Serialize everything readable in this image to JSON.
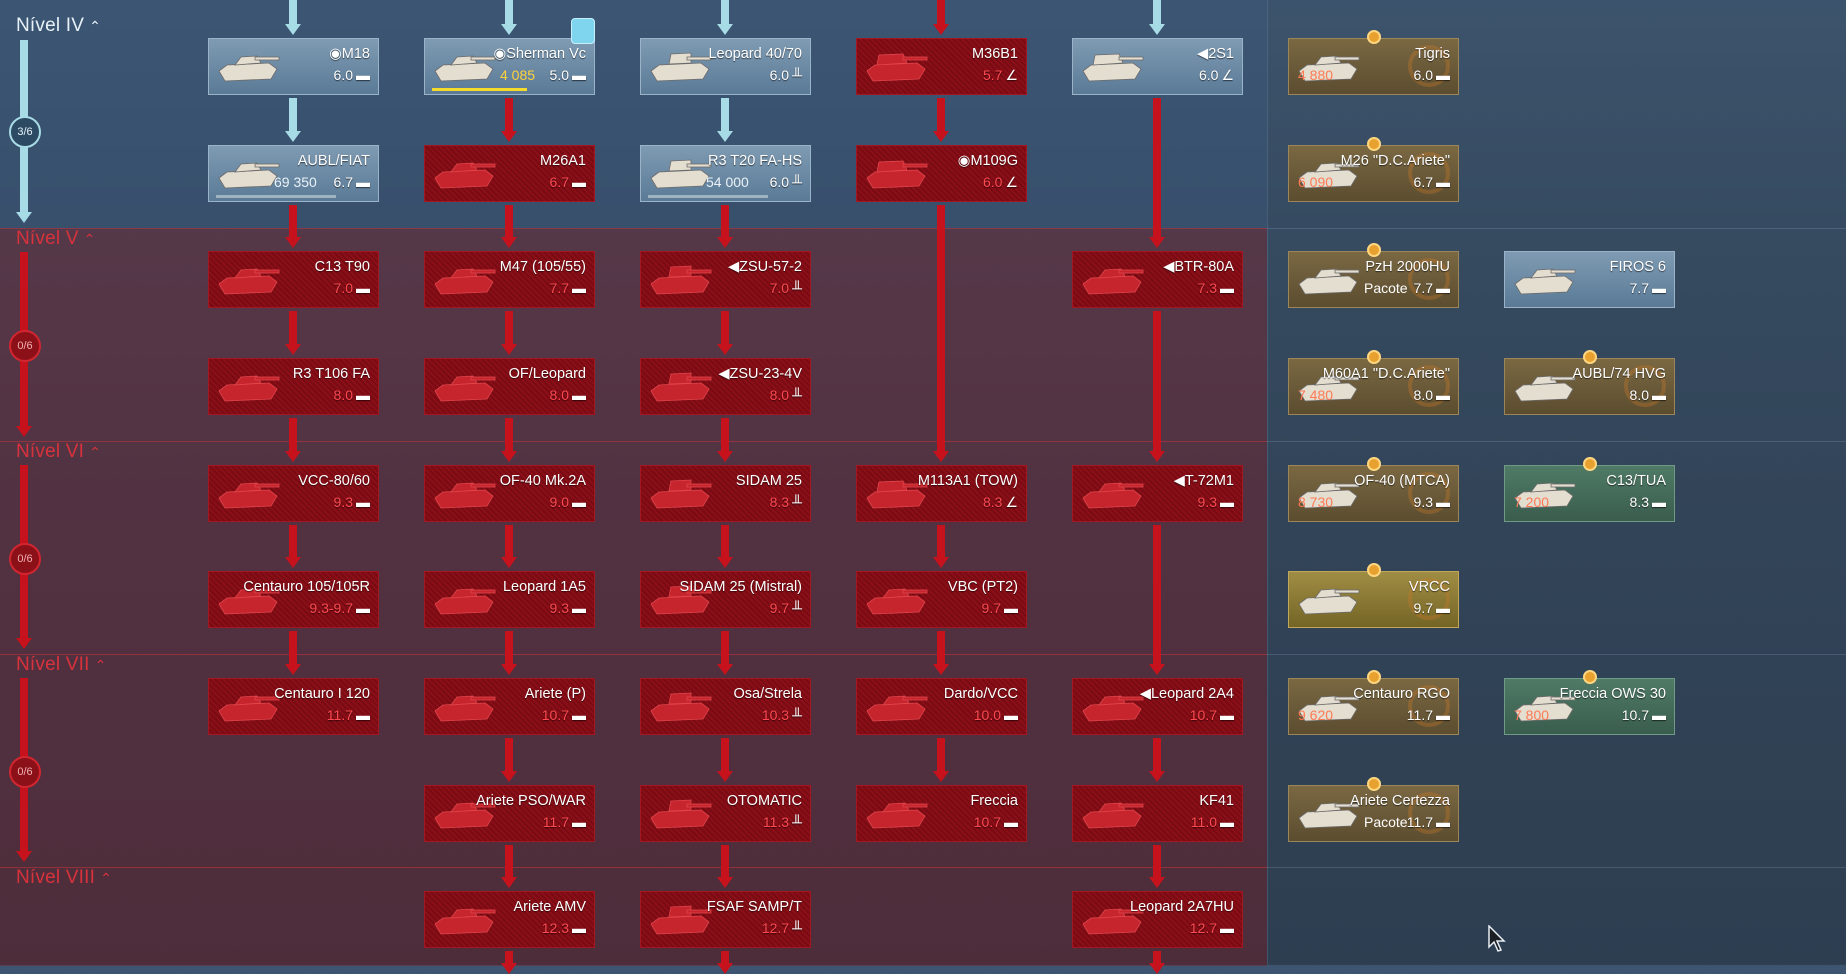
{
  "ranks": {
    "iv": "Nível IV",
    "v": "Nível V",
    "vi": "Nível VI",
    "vii": "Nível VII",
    "viii": "Nível VIII"
  },
  "progress": {
    "iv": "3/6",
    "v": "0/6",
    "vi": "0/6",
    "vii": "0/6"
  },
  "icons": {
    "collapse": "chevron-up-icon",
    "br_light": "light-tank-icon",
    "br_heavy": "medium-tank-icon",
    "br_spaa": "spaa-icon",
    "br_spg": "tank-destroyer-icon",
    "rp": "research-points-icon",
    "ge": "golden-eagle-icon",
    "pkg_pacote": "pack-icon",
    "squadron": "squadron-icon"
  },
  "colors": {
    "researched": "#5a7a96",
    "locked": "#8a0f18",
    "locked_text": "#ff4a52",
    "premium": "#6b5a38",
    "squadron": "#3a5d4d",
    "rp_yellow": "#ffd23a",
    "ge_orange": "#ff7a55"
  },
  "columns": [
    {
      "cards": [
        {
          "name": "M18",
          "prefix": "◉",
          "br": "6.0",
          "cls": "researched",
          "type": "tank"
        },
        {
          "name": "AUBL/FIAT",
          "br": "6.7",
          "rp": "69 350",
          "cls": "researched",
          "type": "tank"
        },
        {
          "name": "C13 T90",
          "br": "7.0",
          "cls": "locked",
          "type": "tank"
        },
        {
          "name": "R3 T106 FA",
          "br": "8.0",
          "cls": "locked",
          "type": "tank"
        },
        {
          "name": "VCC-80/60",
          "br": "9.3",
          "cls": "locked",
          "type": "tank"
        },
        {
          "name": "Centauro 105/105R",
          "br": "9.3-9.7",
          "cls": "locked",
          "type": "tank"
        },
        {
          "name": "Centauro I 120",
          "br": "11.7",
          "cls": "locked",
          "type": "tank"
        }
      ]
    },
    {
      "cards": [
        {
          "name": "Sherman Vc",
          "prefix": "◉",
          "br": "5.0",
          "rp": "4 085",
          "cls": "researched",
          "type": "tank"
        },
        {
          "name": "M26A1",
          "br": "6.7",
          "cls": "locked",
          "type": "tank"
        },
        {
          "name": "M47 (105/55)",
          "br": "7.7",
          "cls": "locked",
          "type": "tank"
        },
        {
          "name": "OF/Leopard",
          "br": "8.0",
          "cls": "locked",
          "type": "tank"
        },
        {
          "name": "OF-40 Mk.2A",
          "br": "9.0",
          "cls": "locked",
          "type": "tank"
        },
        {
          "name": "Leopard 1A5",
          "br": "9.3",
          "cls": "locked",
          "type": "tank"
        },
        {
          "name": "Ariete (P)",
          "br": "10.7",
          "cls": "locked",
          "type": "tank"
        },
        {
          "name": "Ariete PSO/WAR",
          "br": "11.7",
          "cls": "locked",
          "type": "tank"
        },
        {
          "name": "Ariete AMV",
          "br": "12.3",
          "cls": "locked",
          "type": "tank"
        }
      ]
    },
    {
      "cards": [
        {
          "name": "Leopard 40/70",
          "br": "6.0",
          "cls": "researched",
          "type": "spaa"
        },
        {
          "name": "R3 T20 FA-HS",
          "br": "6.0",
          "rp": "54 000",
          "cls": "researched",
          "type": "spaa"
        },
        {
          "name": "ZSU-57-2",
          "prefix": "◀",
          "br": "7.0",
          "cls": "locked",
          "type": "spaa"
        },
        {
          "name": "ZSU-23-4V",
          "prefix": "◀",
          "br": "8.0",
          "cls": "locked",
          "type": "spaa"
        },
        {
          "name": "SIDAM 25",
          "br": "8.3",
          "cls": "locked",
          "type": "spaa"
        },
        {
          "name": "SIDAM 25 (Mistral)",
          "br": "9.7",
          "cls": "locked",
          "type": "spaa"
        },
        {
          "name": "Osa/Strela",
          "br": "10.3",
          "cls": "locked",
          "type": "spaa"
        },
        {
          "name": "OTOMATIC",
          "br": "11.3",
          "cls": "locked",
          "type": "spaa"
        },
        {
          "name": "FSAF SAMP/T",
          "br": "12.7",
          "cls": "locked",
          "type": "spaa"
        }
      ]
    },
    {
      "cards": [
        {
          "name": "M36B1",
          "br": "5.7",
          "cls": "locked",
          "type": "spg"
        },
        {
          "name": "M109G",
          "prefix": "◉",
          "br": "6.0",
          "cls": "locked",
          "type": "spg"
        },
        {
          "name": "M113A1 (TOW)",
          "br": "8.3",
          "cls": "locked",
          "type": "spg"
        },
        {
          "name": "VBC (PT2)",
          "br": "9.7",
          "cls": "locked",
          "type": "tank"
        },
        {
          "name": "Dardo/VCC",
          "br": "10.0",
          "cls": "locked",
          "type": "tank"
        },
        {
          "name": "Freccia",
          "br": "10.7",
          "cls": "locked",
          "type": "tank"
        }
      ]
    },
    {
      "cards": [
        {
          "name": "2S1",
          "prefix": "◀",
          "br": "6.0",
          "cls": "researched",
          "type": "spg"
        },
        {
          "name": "BTR-80A",
          "prefix": "◀",
          "br": "7.3",
          "cls": "locked",
          "type": "tank"
        },
        {
          "name": "T-72M1",
          "prefix": "◀",
          "br": "9.3",
          "cls": "locked",
          "type": "tank"
        },
        {
          "name": "Leopard 2A4",
          "prefix": "◀",
          "br": "10.7",
          "cls": "locked",
          "type": "tank"
        },
        {
          "name": "KF41",
          "br": "11.0",
          "cls": "locked",
          "type": "tank"
        },
        {
          "name": "Leopard 2A7HU",
          "br": "12.7",
          "cls": "locked",
          "type": "tank"
        }
      ]
    }
  ],
  "premium": [
    {
      "name": "Tigris",
      "br": "6.0",
      "ge": "4 880",
      "cls": "premium"
    },
    {
      "name": "M26 \"D.C.Ariete\"",
      "br": "6.7",
      "ge": "6 090",
      "cls": "premium"
    },
    {
      "name": "PzH 2000HU",
      "br": "7.7",
      "pkg": "Pacote",
      "cls": "premium"
    },
    {
      "name": "FIROS 6",
      "br": "7.7",
      "cls": "researched"
    },
    {
      "name": "M60A1 \"D.C.Ariete\"",
      "br": "8.0",
      "ge": "7 480",
      "cls": "premium"
    },
    {
      "name": "AUBL/74 HVG",
      "br": "8.0",
      "cls": "premium"
    },
    {
      "name": "OF-40 (MTCA)",
      "br": "9.3",
      "ge": "8 730",
      "cls": "premium"
    },
    {
      "name": "C13/TUA",
      "br": "8.3",
      "ge": "7 200",
      "cls": "squadron"
    },
    {
      "name": "VRCC",
      "br": "9.7",
      "cls": "premium-gold"
    },
    {
      "name": "Centauro RGO",
      "br": "11.7",
      "ge": "9 620",
      "cls": "premium"
    },
    {
      "name": "Freccia OWS 30",
      "br": "10.7",
      "ge": "7 800",
      "cls": "squadron"
    },
    {
      "name": "Ariete Certezza",
      "br": "11.7",
      "pkg": "Pacote",
      "cls": "premium"
    }
  ]
}
